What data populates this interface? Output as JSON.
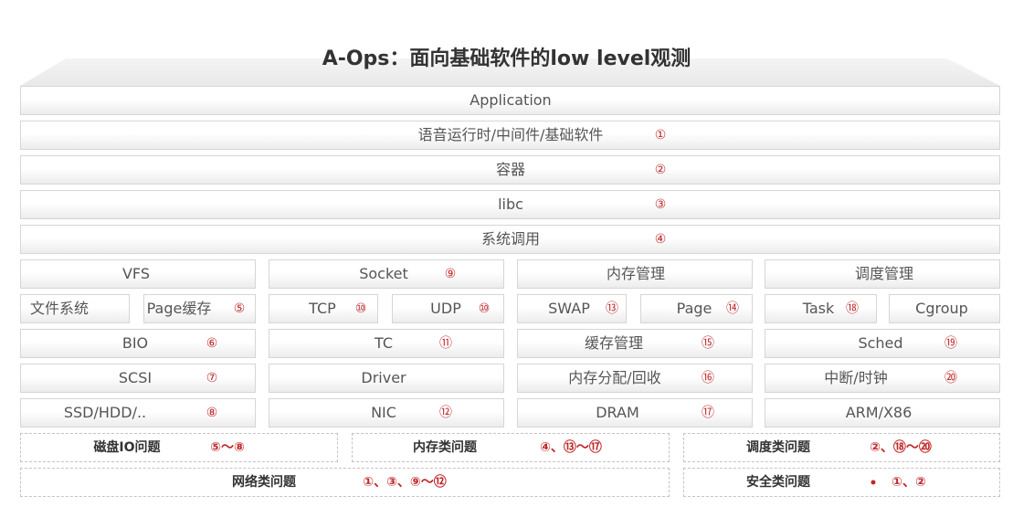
{
  "title": "A-Ops：面向基础软件的low level观测",
  "layers": [
    {
      "label": "Application",
      "marker": ""
    },
    {
      "label": "语音运行时/中间件/基础软件",
      "marker": "①"
    },
    {
      "label": "容器",
      "marker": "②"
    },
    {
      "label": "libc",
      "marker": "③"
    },
    {
      "label": "系统调用",
      "marker": "④"
    }
  ],
  "columns": [
    {
      "header": {
        "label": "VFS",
        "marker": ""
      },
      "split": [
        {
          "label": "文件系统",
          "marker": ""
        },
        {
          "label": "Page缓存",
          "marker": "⑤"
        }
      ],
      "rows": [
        {
          "label": "BIO",
          "marker": "⑥"
        },
        {
          "label": "SCSI",
          "marker": "⑦"
        },
        {
          "label": "SSD/HDD/..",
          "marker": "⑧"
        }
      ]
    },
    {
      "header": {
        "label": "Socket",
        "marker": "⑨"
      },
      "split": [
        {
          "label": "TCP",
          "marker": "⑩"
        },
        {
          "label": "UDP",
          "marker": "⑩"
        }
      ],
      "rows": [
        {
          "label": "TC",
          "marker": "⑪"
        },
        {
          "label": "Driver",
          "marker": ""
        },
        {
          "label": "NIC",
          "marker": "⑫"
        }
      ]
    },
    {
      "header": {
        "label": "内存管理",
        "marker": ""
      },
      "split": [
        {
          "label": "SWAP",
          "marker": "⑬"
        },
        {
          "label": "Page",
          "marker": "⑭"
        }
      ],
      "rows": [
        {
          "label": "缓存管理",
          "marker": "⑮"
        },
        {
          "label": "内存分配/回收",
          "marker": "⑯"
        },
        {
          "label": "DRAM",
          "marker": "⑰"
        }
      ]
    },
    {
      "header": {
        "label": "调度管理",
        "marker": ""
      },
      "split": [
        {
          "label": "Task",
          "marker": "⑱"
        },
        {
          "label": "Cgroup",
          "marker": ""
        }
      ],
      "rows": [
        {
          "label": "Sched",
          "marker": "⑲"
        },
        {
          "label": "中断/时钟",
          "marker": "⑳"
        },
        {
          "label": "ARM/X86",
          "marker": ""
        }
      ]
    }
  ],
  "problems": [
    {
      "label": "磁盘IO问题",
      "marker": "⑤～⑧"
    },
    {
      "label": "内存类问题",
      "marker": "④、⑬～⑰"
    },
    {
      "label": "调度类问题",
      "marker": "②、⑱～⑳"
    },
    {
      "label": "网络类问题",
      "marker": "①、③、⑨～⑫"
    },
    {
      "label": "安全类问题",
      "marker": "①、②"
    }
  ],
  "colors": {
    "marker": "#c0282a",
    "border": "#d6d6d6",
    "text": "#555555"
  }
}
